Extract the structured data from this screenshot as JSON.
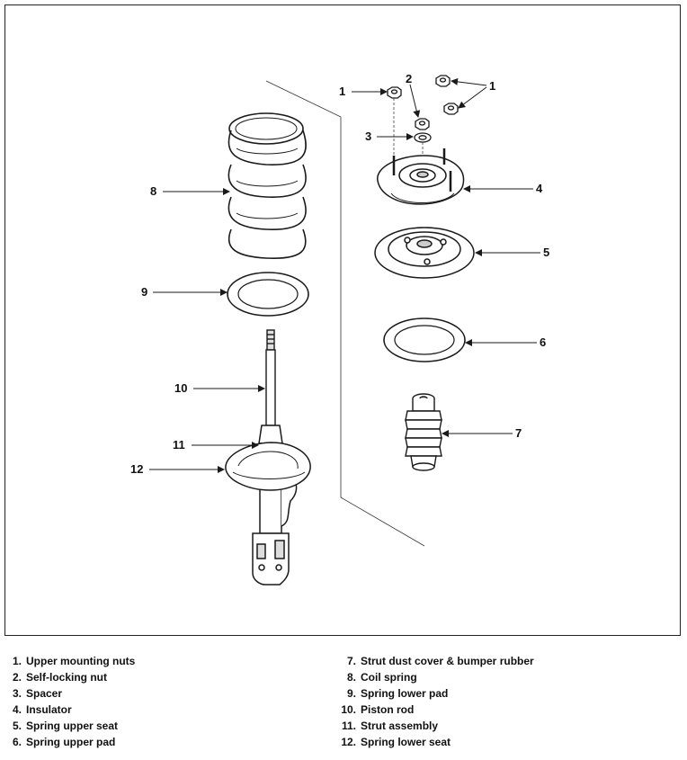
{
  "callouts": {
    "c1a": "1",
    "c1b": "1",
    "c2": "2",
    "c3": "3",
    "c4": "4",
    "c5": "5",
    "c6": "6",
    "c7": "7",
    "c8": "8",
    "c9": "9",
    "c10": "10",
    "c11": "11",
    "c12": "12"
  },
  "legend": {
    "left": [
      {
        "num": "1.",
        "text": "Upper mounting nuts"
      },
      {
        "num": "2.",
        "text": "Self-locking nut"
      },
      {
        "num": "3.",
        "text": "Spacer"
      },
      {
        "num": "4.",
        "text": "Insulator"
      },
      {
        "num": "5.",
        "text": "Spring upper seat"
      },
      {
        "num": "6.",
        "text": "Spring upper pad"
      }
    ],
    "right": [
      {
        "num": "7.",
        "text": "Strut dust cover & bumper rubber"
      },
      {
        "num": "8.",
        "text": "Coil spring"
      },
      {
        "num": "9.",
        "text": "Spring lower pad"
      },
      {
        "num": "10.",
        "text": "Piston rod"
      },
      {
        "num": "11.",
        "text": "Strut assembly"
      },
      {
        "num": "12.",
        "text": "Spring lower seat"
      }
    ]
  },
  "colors": {
    "line": "#1a1a1a",
    "shade": "#d9d9d9",
    "background": "#ffffff"
  }
}
